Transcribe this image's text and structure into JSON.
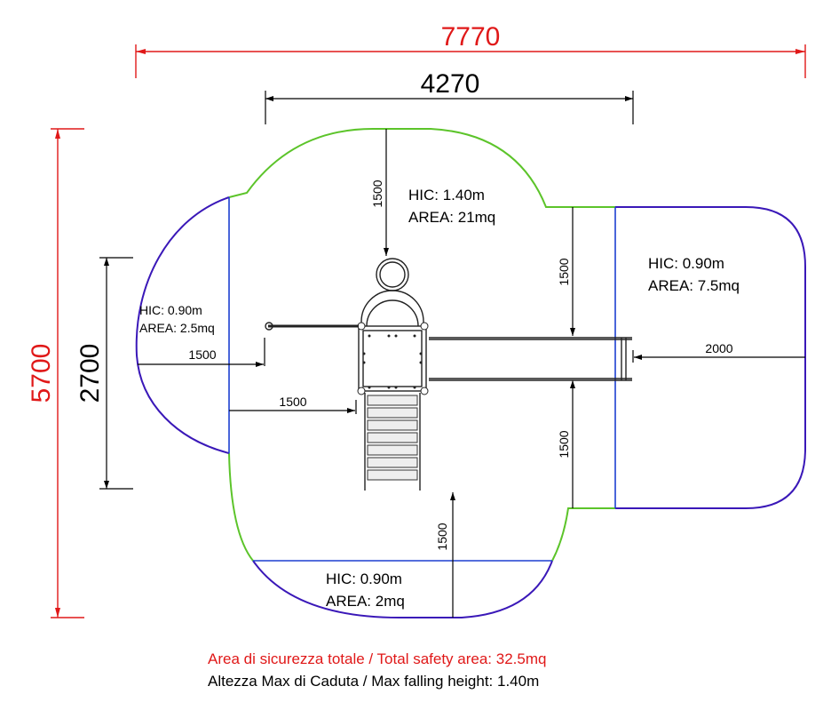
{
  "dimensions": {
    "total_width": "7770",
    "equipment_width": "4270",
    "total_height": "5700",
    "equipment_depth": "2700",
    "top_clearance": "1500",
    "right_upper_clearance": "1500",
    "right_lower_clearance": "1500",
    "bottom_clearance": "1500",
    "left_bar_clearance": "1500",
    "left_stair_clearance": "1500",
    "slide_exit_clearance": "2000"
  },
  "zones": [
    {
      "hic": "HIC: 1.40m",
      "area": "AREA: 21mq"
    },
    {
      "hic": "HIC: 0.90m",
      "area": "AREA: 7.5mq"
    },
    {
      "hic": "HIC: 0.90m",
      "area": "AREA: 2.5mq"
    },
    {
      "hic": "HIC: 0.90m",
      "area": "AREA: 2mq"
    }
  ],
  "footer": {
    "total_area": "Area di sicurezza totale / Total safety area: 32.5mq",
    "max_height": "Altezza Max di Caduta / Max falling height: 1.40m"
  },
  "colors": {
    "dimension_red": "#e01818",
    "zone_green": "#5cc42a",
    "zone_purple": "#3a18b8",
    "zone_blue": "#1c3fd0"
  }
}
